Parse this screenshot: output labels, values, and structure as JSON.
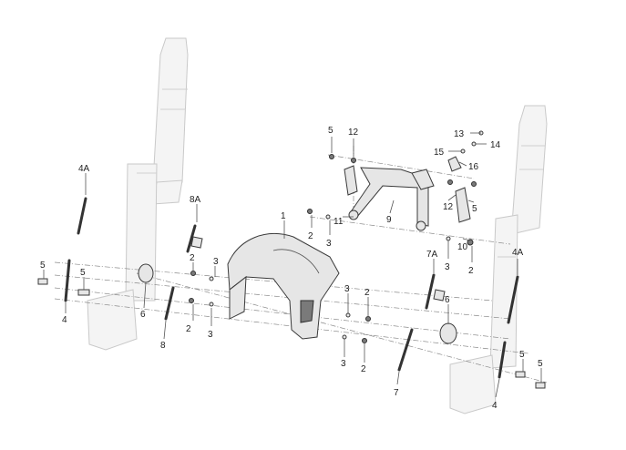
{
  "callouts": [
    {
      "id": "c-5-top",
      "text": "5"
    },
    {
      "id": "c-12-top",
      "text": "12"
    },
    {
      "id": "c-13",
      "text": "13"
    },
    {
      "id": "c-14",
      "text": "14"
    },
    {
      "id": "c-15",
      "text": "15"
    },
    {
      "id": "c-16",
      "text": "16"
    },
    {
      "id": "c-4a-left",
      "text": "4A"
    },
    {
      "id": "c-8a",
      "text": "8A"
    },
    {
      "id": "c-1",
      "text": "1"
    },
    {
      "id": "c-2-a",
      "text": "2"
    },
    {
      "id": "c-3-a",
      "text": "3"
    },
    {
      "id": "c-11",
      "text": "11"
    },
    {
      "id": "c-9",
      "text": "9"
    },
    {
      "id": "c-12-right",
      "text": "12"
    },
    {
      "id": "c-5-right",
      "text": "5"
    },
    {
      "id": "c-7a",
      "text": "7A"
    },
    {
      "id": "c-10",
      "text": "10"
    },
    {
      "id": "c-3-b",
      "text": "3"
    },
    {
      "id": "c-2-b",
      "text": "2"
    },
    {
      "id": "c-4a-right",
      "text": "4A"
    },
    {
      "id": "c-5-left-a",
      "text": "5"
    },
    {
      "id": "c-5-left-b",
      "text": "5"
    },
    {
      "id": "c-6-left",
      "text": "6"
    },
    {
      "id": "c-2-c",
      "text": "2"
    },
    {
      "id": "c-3-c",
      "text": "3"
    },
    {
      "id": "c-4-left",
      "text": "4"
    },
    {
      "id": "c-8",
      "text": "8"
    },
    {
      "id": "c-2-d",
      "text": "2"
    },
    {
      "id": "c-3-d",
      "text": "3"
    },
    {
      "id": "c-3-e",
      "text": "3"
    },
    {
      "id": "c-2-e",
      "text": "2"
    },
    {
      "id": "c-6-right",
      "text": "6"
    },
    {
      "id": "c-3-f",
      "text": "3"
    },
    {
      "id": "c-2-f",
      "text": "2"
    },
    {
      "id": "c-7",
      "text": "7"
    },
    {
      "id": "c-5-right-a",
      "text": "5"
    },
    {
      "id": "c-5-right-b",
      "text": "5"
    },
    {
      "id": "c-4-right",
      "text": "4"
    }
  ]
}
